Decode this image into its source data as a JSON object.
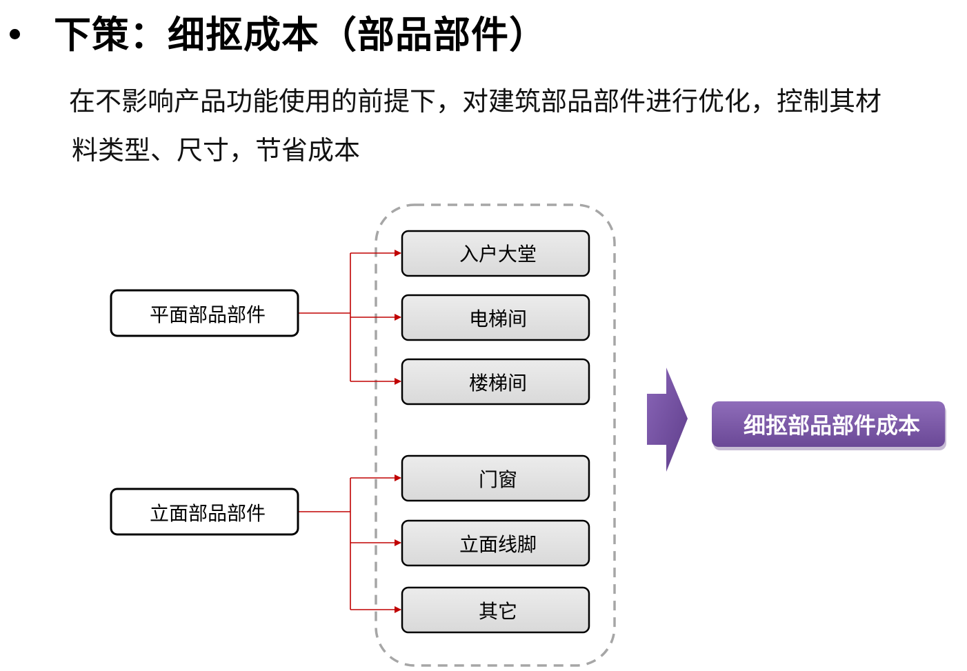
{
  "title": "下策：细抠成本（部品部件）",
  "description": {
    "line1": "在不影响产品功能使用的前提下，对建筑部品部件进行优化，控制其材",
    "line2": "料类型、尺寸，节省成本"
  },
  "diagram": {
    "sources": [
      {
        "label": "平面部品部件",
        "targets": [
          "入户大堂",
          "电梯间",
          "楼梯间"
        ]
      },
      {
        "label": "立面部品部件",
        "targets": [
          "门窗",
          "立面线脚",
          "其它"
        ]
      }
    ],
    "result": {
      "label": "细抠部品部件成本"
    },
    "colors": {
      "connector": "#c00000",
      "item_fill": "#e2e2e2",
      "group_border": "#a6a6a6",
      "arrow": "#7451a0",
      "result_fill": "#7c5aa6"
    }
  }
}
